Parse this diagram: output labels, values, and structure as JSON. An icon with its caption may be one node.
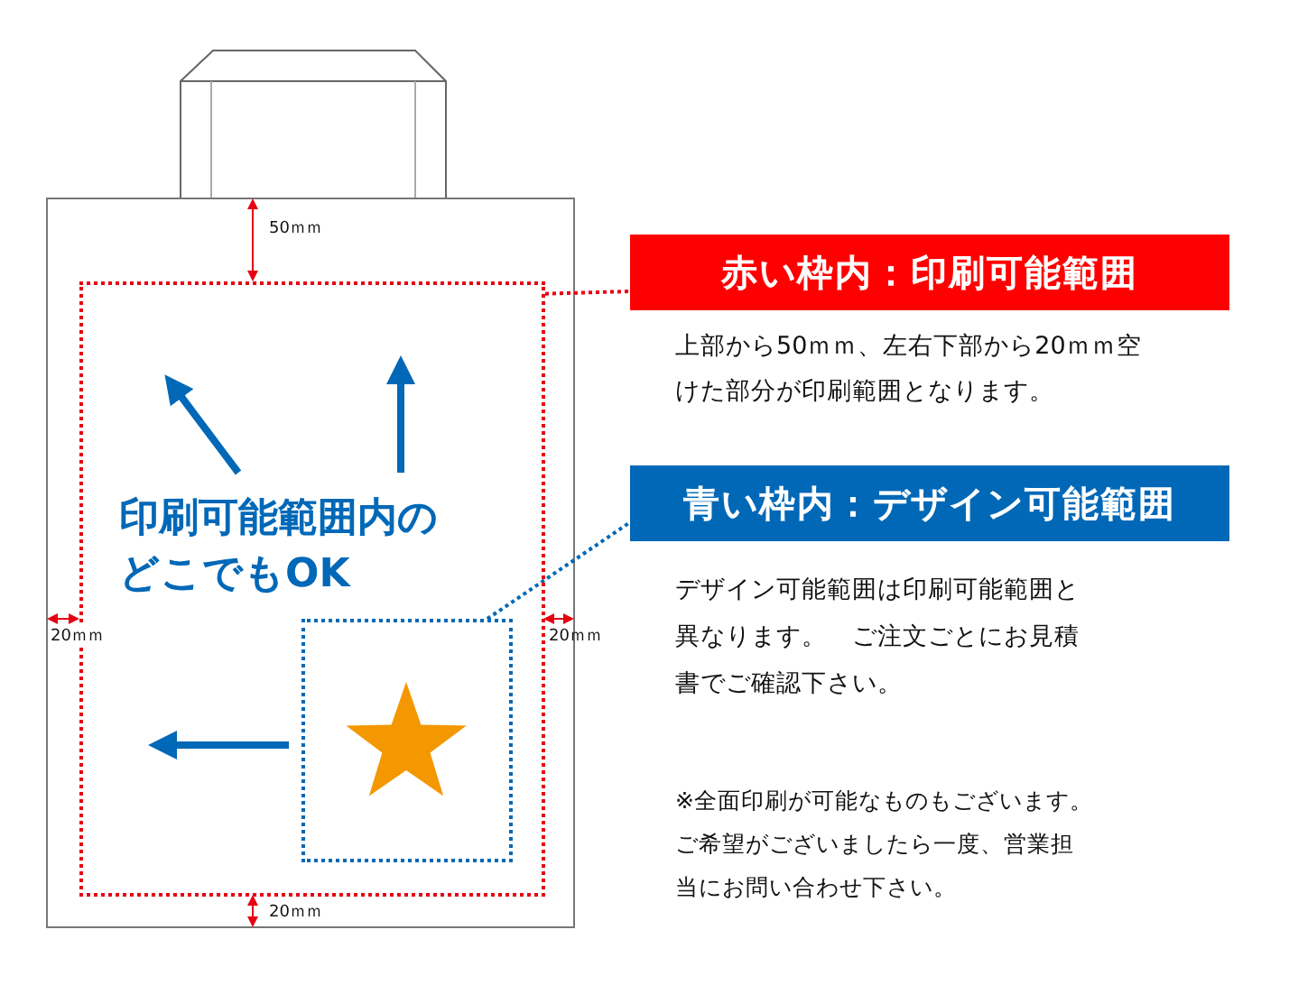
{
  "diagram": {
    "nodes": [
      {
        "text": [],
        "shape": "box"
      },
      {
        "text": [
          "赤い枠内：印刷可能範囲"
        ]
      },
      {
        "text": [],
        "shape": "box",
        "in": 0
      },
      {
        "text": [
          "青い枠内：デザイン可能範囲"
        ]
      }
    ],
    "edges": [
      {
        "from": 0,
        "to": 1,
        "arrow": "none",
        "style": "dashed",
        "color": "#e60012"
      },
      {
        "from": 2,
        "to": 3,
        "arrow": "none",
        "style": "dashed",
        "color": "#0068b7"
      }
    ],
    "labels": [
      "印刷可能範囲内のどこでもOK",
      "50ｍｍ",
      "20ｍｍ",
      "20ｍｍ",
      "20ｍｍ",
      "上部から50ｍｍ、左右下部から20ｍｍ空けた部分が印刷範囲となります。",
      "デザイン可能範囲は印刷可能範囲と異なります。　ご注文ごとにお見積書でご確認下さい。",
      "※全面印刷が可能なものもございます。ご希望がございましたら一度、営業担当にお問い合わせ下さい。"
    ]
  }
}
